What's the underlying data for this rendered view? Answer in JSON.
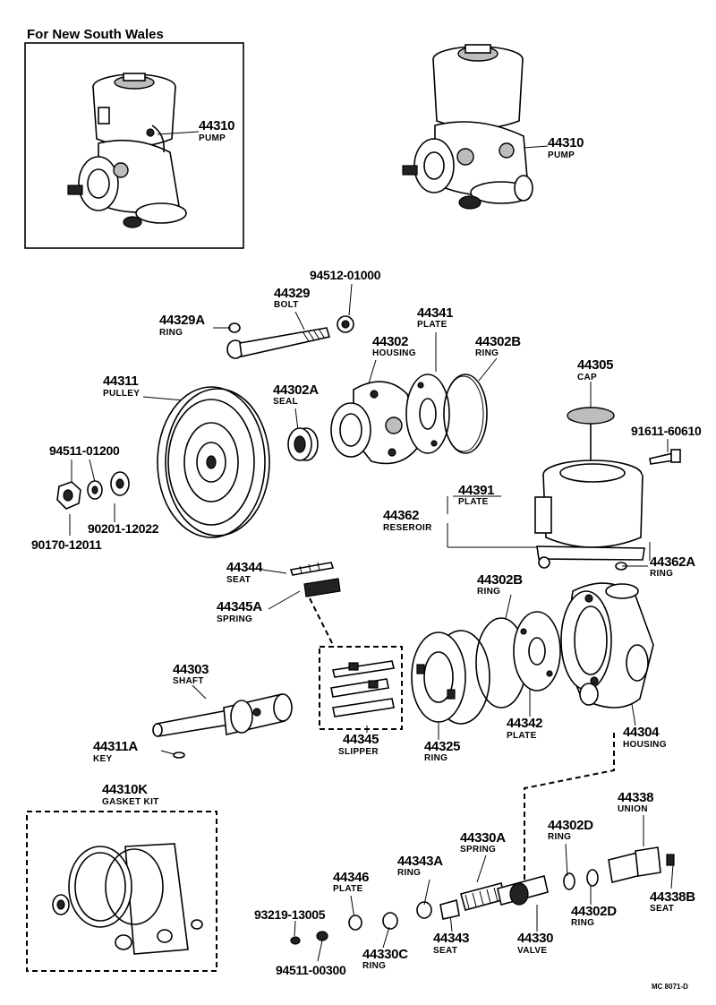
{
  "inset_title": "For New South Wales",
  "drawing_code": "MC 8071-D",
  "labels": {
    "pump_inset": {
      "num": "44310",
      "name": "PUMP"
    },
    "pump_main": {
      "num": "44310",
      "name": "PUMP"
    },
    "p94512": {
      "num": "94512-01000"
    },
    "bolt": {
      "num": "44329",
      "name": "BOLT"
    },
    "ring_44329a": {
      "num": "44329A",
      "name": "RING"
    },
    "plate_44341": {
      "num": "44341",
      "name": "PLATE"
    },
    "housing_44302": {
      "num": "44302",
      "name": "HOUSING"
    },
    "ring_44302b_top": {
      "num": "44302B",
      "name": "RING"
    },
    "pulley": {
      "num": "44311",
      "name": "PULLEY"
    },
    "seal_44302a": {
      "num": "44302A",
      "name": "SEAL"
    },
    "cap": {
      "num": "44305",
      "name": "CAP"
    },
    "p91611": {
      "num": "91611-60610"
    },
    "p94511_01200": {
      "num": "94511-01200"
    },
    "plate_44391": {
      "num": "44391",
      "name": "PLATE"
    },
    "reservoir": {
      "num": "44362",
      "name": "RESEROIR"
    },
    "p90201": {
      "num": "90201-12022"
    },
    "p90170": {
      "num": "90170-12011"
    },
    "ring_44362a": {
      "num": "44362A",
      "name": "RING"
    },
    "seat_44344": {
      "num": "44344",
      "name": "SEAT"
    },
    "ring_44302b_mid": {
      "num": "44302B",
      "name": "RING"
    },
    "spring_44345a": {
      "num": "44345A",
      "name": "SPRING"
    },
    "shaft": {
      "num": "44303",
      "name": "SHAFT"
    },
    "plate_44342": {
      "num": "44342",
      "name": "PLATE"
    },
    "housing_44304": {
      "num": "44304",
      "name": "HOUSING"
    },
    "slipper": {
      "num": "44345",
      "name": "SLIPPER"
    },
    "ring_44325": {
      "num": "44325",
      "name": "RING"
    },
    "key": {
      "num": "44311A",
      "name": "KEY"
    },
    "gasket_kit": {
      "num": "44310K",
      "name": "GASKET KIT"
    },
    "union": {
      "num": "44338",
      "name": "UNION"
    },
    "spring_44330a": {
      "num": "44330A",
      "name": "SPRING"
    },
    "ring_44302d_top": {
      "num": "44302D",
      "name": "RING"
    },
    "ring_44343a": {
      "num": "44343A",
      "name": "RING"
    },
    "plate_44346": {
      "num": "44346",
      "name": "PLATE"
    },
    "seat_44338b": {
      "num": "44338B",
      "name": "SEAT"
    },
    "ring_44302d_bot": {
      "num": "44302D",
      "name": "RING"
    },
    "p93219": {
      "num": "93219-13005"
    },
    "seat_44343": {
      "num": "44343",
      "name": "SEAT"
    },
    "valve": {
      "num": "44330",
      "name": "VALVE"
    },
    "ring_44330c": {
      "num": "44330C",
      "name": "RING"
    },
    "p94511_00300": {
      "num": "94511-00300"
    }
  }
}
